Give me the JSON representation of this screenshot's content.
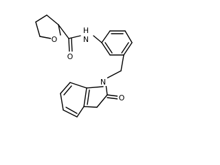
{
  "molecule": {
    "atoms": {
      "ring_oxygen": "O",
      "carbonyl_oxygen_amide": "O",
      "amide_nitrogen": "N",
      "amide_hydrogen": "H",
      "indolinone_nitrogen": "N",
      "carbonyl_oxygen_lactam": "O"
    }
  }
}
